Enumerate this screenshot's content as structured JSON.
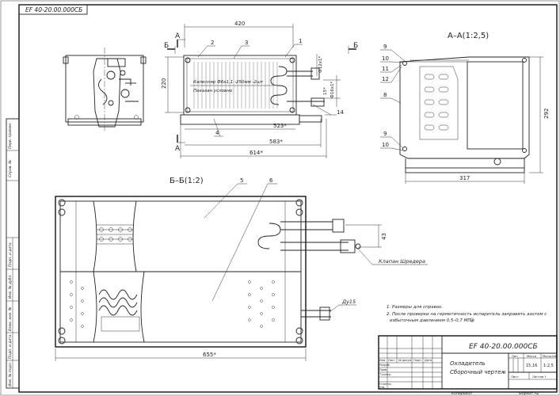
{
  "stamp_top": "EF 40-20.00.000СБ",
  "left_strip": [
    "Перв. примен.",
    "Справ. №",
    "Подп. и дата",
    "Инв. № дубл.",
    "Взам. инв. №",
    "Подп. и дата",
    "Инв. № подл."
  ],
  "top_view": {
    "width_dim": "420",
    "height_dim": "220",
    "section_marks": [
      "А",
      "А",
      "Б",
      "Б"
    ],
    "positions": [
      "1",
      "2",
      "3",
      "4"
    ],
    "capillary_note": "Капилляр Ф6х1,1 -250мм -2шт",
    "capillary_note2": "Показан условно",
    "diam_12": "Ф12х1*",
    "diam_16": "Ф16х1*",
    "dim_15": "15*",
    "pos_14": "14",
    "dim_523": "523*",
    "dim_583": "583*",
    "dim_614": "614*"
  },
  "section_aa": {
    "title": "А–А(1:2,5)",
    "positions": [
      "9",
      "10",
      "11",
      "12",
      "8",
      "9",
      "10"
    ],
    "dim_317": "317",
    "dim_292": "292"
  },
  "section_bb": {
    "title": "Б–Б(1:2)",
    "positions": [
      "5",
      "6"
    ],
    "dim_43": "43",
    "valve_label": "Клапан Шредера",
    "du_label": "Ду15",
    "dim_655": "655*"
  },
  "notes": [
    "1. Размеры для справок.",
    "2. После проверки на герметичность испаритель заправить азотом с",
    "избыточным давлением 0,5–0,7 МПа"
  ],
  "title_block": {
    "designation": "EF 40-20.00.000СБ",
    "name_line1": "Охладитель",
    "name_line2": "Сборочный чертеж",
    "col_lit": "Лит.",
    "col_mass": "Масса",
    "col_scale": "Масштаб",
    "mass": "15,16",
    "scale": "1:2,5",
    "sheet": "Лист",
    "sheets": "Листов 1",
    "rows": [
      "Изм.",
      "Лист",
      "№ докум.",
      "Подп.",
      "Дата",
      "Разраб.",
      "Пров.",
      "Т.контр.",
      "Н.контр.",
      "Утв."
    ],
    "copied": "Копировал",
    "format": "Формат А2"
  }
}
